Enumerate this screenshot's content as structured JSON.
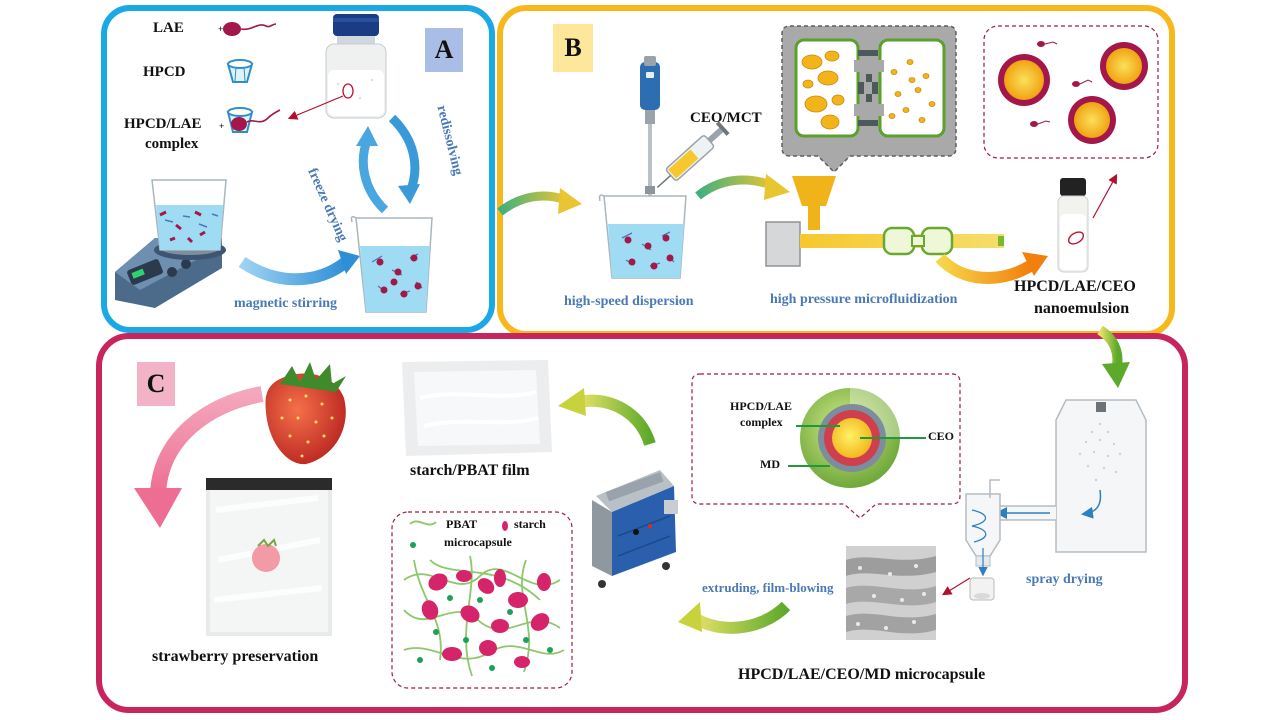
{
  "panels": {
    "a": {
      "badge": "A",
      "border_color": "#1ba9e6",
      "badge_bg": "#a9bde6"
    },
    "b": {
      "badge": "B",
      "border_color": "#f7b81b",
      "badge_bg": "#fde79a"
    },
    "c": {
      "badge": "C",
      "border_color": "#c8245e",
      "badge_bg": "#f3b3c7"
    }
  },
  "labels": {
    "lae": "LAE",
    "hpcd": "HPCD",
    "complex_line1": "HPCD/LAE",
    "complex_line2": "complex",
    "freeze_drying": "freeze drying",
    "redissolving": "redissolving",
    "magnetic_stirring": "magnetic  stirring",
    "ceo_mct": "CEO/MCT",
    "high_speed_dispersion": "high-speed dispersion",
    "high_pressure": "high pressure microfluidization",
    "nanoemulsion_line1": "HPCD/LAE/CEO",
    "nanoemulsion_line2": "nanoemulsion",
    "starch_film": "starch/PBAT film",
    "strawberry_preservation": "strawberry preservation",
    "pbat": "PBAT",
    "starch": "starch",
    "microcapsule": "microcapsule",
    "core_complex_line1": "HPCD/LAE",
    "core_complex_line2": "complex",
    "ceo": "CEO",
    "md": "MD",
    "extruding": "extruding,  film-blowing",
    "spray_drying": "spray drying",
    "microcapsule_title": "HPCD/LAE/CEO/MD microcapsule"
  },
  "icons": [
    "lae-molecule-icon",
    "hpcd-ring-icon",
    "hpcd-lae-complex-icon",
    "reagent-bottle-icon",
    "magnetic-stirrer-icon",
    "beaker-icon",
    "homogenizer-icon",
    "syringe-icon",
    "microfluidizer-icon",
    "nanoemulsion-vial-icon",
    "strawberry-icon",
    "plastic-bag-icon",
    "film-sheet-icon",
    "extruder-machine-icon",
    "microcapsule-sphere-icon",
    "spray-dryer-icon",
    "powder-sem-icon",
    "polymer-network-icon"
  ],
  "colors": {
    "lae_red": "#a3174a",
    "oil_yellow": "#f0b41a",
    "arrow_blue": "#3a9ad8",
    "arrow_green": "#7cb82f",
    "arrow_orange": "#f49a14",
    "arrow_pink": "#ee7f9c",
    "pipe_yellow": "#f4c935",
    "chamber_green": "#6aa832",
    "label_blue": "#4a7ab5"
  }
}
